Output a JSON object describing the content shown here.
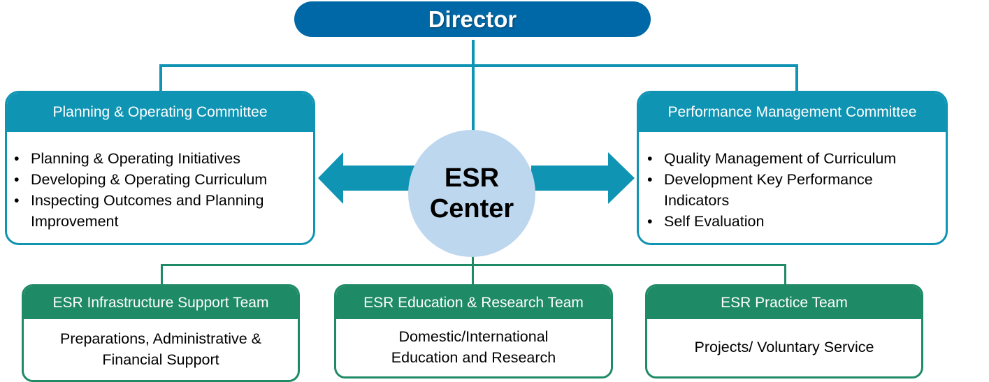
{
  "director": {
    "label": "Director"
  },
  "center": {
    "line1": "ESR",
    "line2": "Center"
  },
  "colors": {
    "director": "#0068a6",
    "committee": "#1094b3",
    "team": "#1f8a66",
    "center": "#bdd7ee"
  },
  "committees": [
    {
      "title": "Planning & Operating Committee",
      "items": [
        "Planning & Operating Initiatives",
        "Developing & Operating Curriculum",
        "Inspecting Outcomes and Planning Improvement"
      ]
    },
    {
      "title": "Performance Management Committee",
      "items": [
        "Quality Management of Curriculum",
        "Development Key Performance Indicators",
        "Self Evaluation"
      ]
    }
  ],
  "teams": [
    {
      "title": "ESR Infrastructure Support Team",
      "body_line1": "Preparations, Administrative &",
      "body_line2": "Financial Support"
    },
    {
      "title": "ESR Education & Research Team",
      "body_line1": "Domestic/International",
      "body_line2": "Education and Research"
    },
    {
      "title": "ESR Practice Team",
      "body_line1": "Projects/ Voluntary Service",
      "body_line2": ""
    }
  ]
}
